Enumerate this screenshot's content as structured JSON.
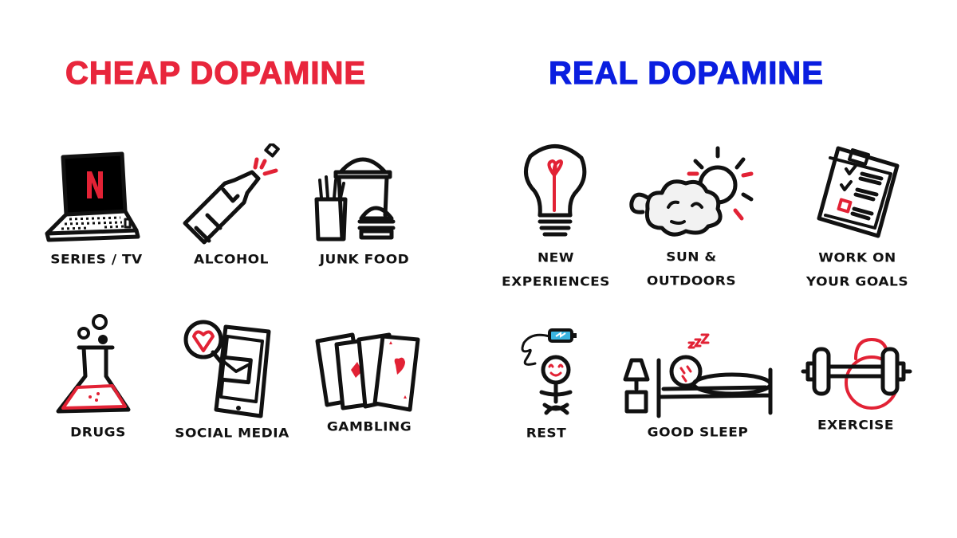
{
  "cheap": {
    "title": "CHEAP DOPAMINE",
    "color": "#e8263c",
    "items": [
      {
        "label": "SERIES / TV",
        "icon": "laptop-netflix-icon"
      },
      {
        "label": "ALCOHOL",
        "icon": "champagne-bottle-icon"
      },
      {
        "label": "JUNK FOOD",
        "icon": "fast-food-icon"
      },
      {
        "label": "DRUGS",
        "icon": "flask-icon"
      },
      {
        "label": "SOCIAL MEDIA",
        "icon": "phone-heart-icon"
      },
      {
        "label": "GAMBLING",
        "icon": "playing-cards-icon"
      }
    ]
  },
  "real": {
    "title": "REAL DOPAMINE",
    "color": "#0a1ee0",
    "items": [
      {
        "label": "NEW",
        "label2": "EXPERIENCES",
        "icon": "light-bulb-icon"
      },
      {
        "label": "SUN &",
        "label2": "OUTDOORS",
        "icon": "sun-cloud-icon"
      },
      {
        "label": "WORK ON",
        "label2": "YOUR GOALS",
        "icon": "clipboard-checklist-icon"
      },
      {
        "label": "REST",
        "icon": "recharging-person-icon"
      },
      {
        "label": "GOOD SLEEP",
        "icon": "bed-sleep-icon"
      },
      {
        "label": "EXERCISE",
        "icon": "dumbbell-kettlebell-icon"
      }
    ]
  },
  "colors": {
    "accent_red": "#e22235",
    "ink": "#111111",
    "battery": "#3ab4e0"
  }
}
